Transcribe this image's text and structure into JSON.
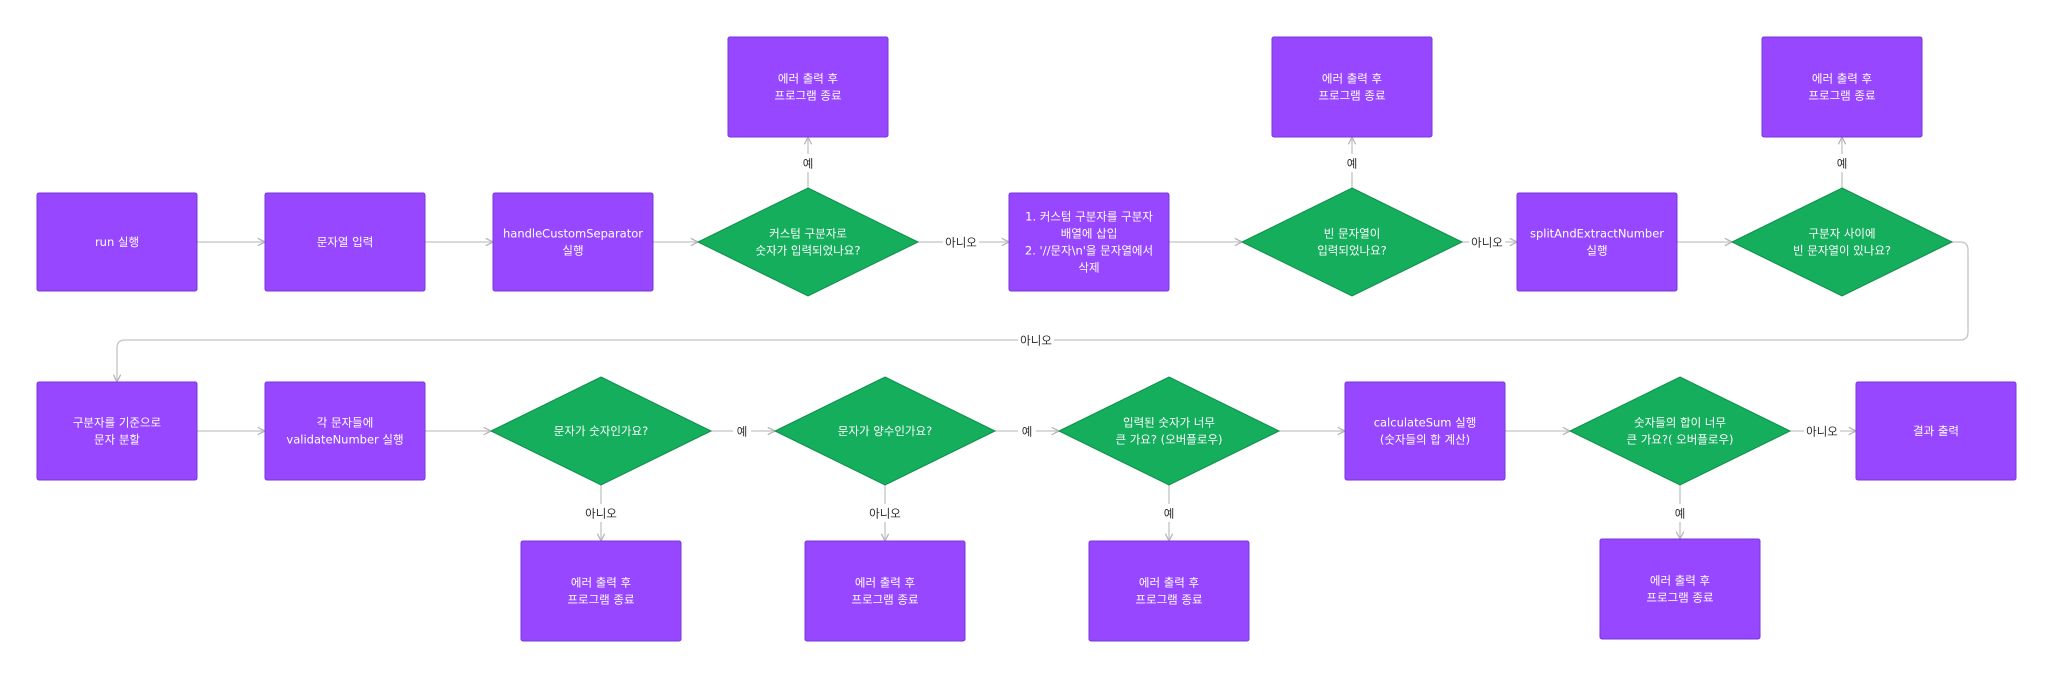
{
  "nodes": {
    "run": {
      "label": "run 실행"
    },
    "input": {
      "label": "문자열 입력"
    },
    "handle": {
      "label": "handleCustomSeparator\n실행"
    },
    "q_custom": {
      "label": "커스텀 구분자로\n숫자가 입력되었나요?"
    },
    "err1": {
      "label": "에러 출력 후\n프로그램 종료"
    },
    "insert": {
      "label": "1. 커스텀 구분자를 구분자\n배열에 삽입\n2. '//문자\\n'을 문자열에서\n삭제"
    },
    "q_empty": {
      "label": "빈 문자열이\n입력되었나요?"
    },
    "err2": {
      "label": "에러 출력 후\n프로그램 종료"
    },
    "split": {
      "label": "splitAndExtractNumber\n실행"
    },
    "q_between": {
      "label": "구분자 사이에\n빈 문자열이 있나요?"
    },
    "err3": {
      "label": "에러 출력 후\n프로그램 종료"
    },
    "divide": {
      "label": "구분자를 기준으로\n문자 분할"
    },
    "validate": {
      "label": "각 문자들에\nvalidateNumber 실행"
    },
    "q_number": {
      "label": "문자가 숫자인가요?"
    },
    "err4": {
      "label": "에러 출력 후\n프로그램 종료"
    },
    "q_positive": {
      "label": "문자가 양수인가요?"
    },
    "err5": {
      "label": "에러 출력 후\n프로그램 종료"
    },
    "q_overflow1": {
      "label": "입력된 숫자가 너무\n큰 가요? (오버플로우)"
    },
    "err6": {
      "label": "에러 출력 후\n프로그램 종료"
    },
    "calc": {
      "label": "calculateSum 실행\n(숫자들의 합 계산)"
    },
    "q_overflow2": {
      "label": "숫자들의 합이 너무\n큰 가요?( 오버플로우)"
    },
    "err7": {
      "label": "에러 출력 후\n프로그램 종료"
    },
    "result": {
      "label": "결과 출력"
    }
  },
  "edge_labels": {
    "yes": "예",
    "no": "아니오"
  },
  "colors": {
    "process": "#9747ff",
    "decision": "#14ae5c",
    "connector": "#c4c4c4"
  }
}
